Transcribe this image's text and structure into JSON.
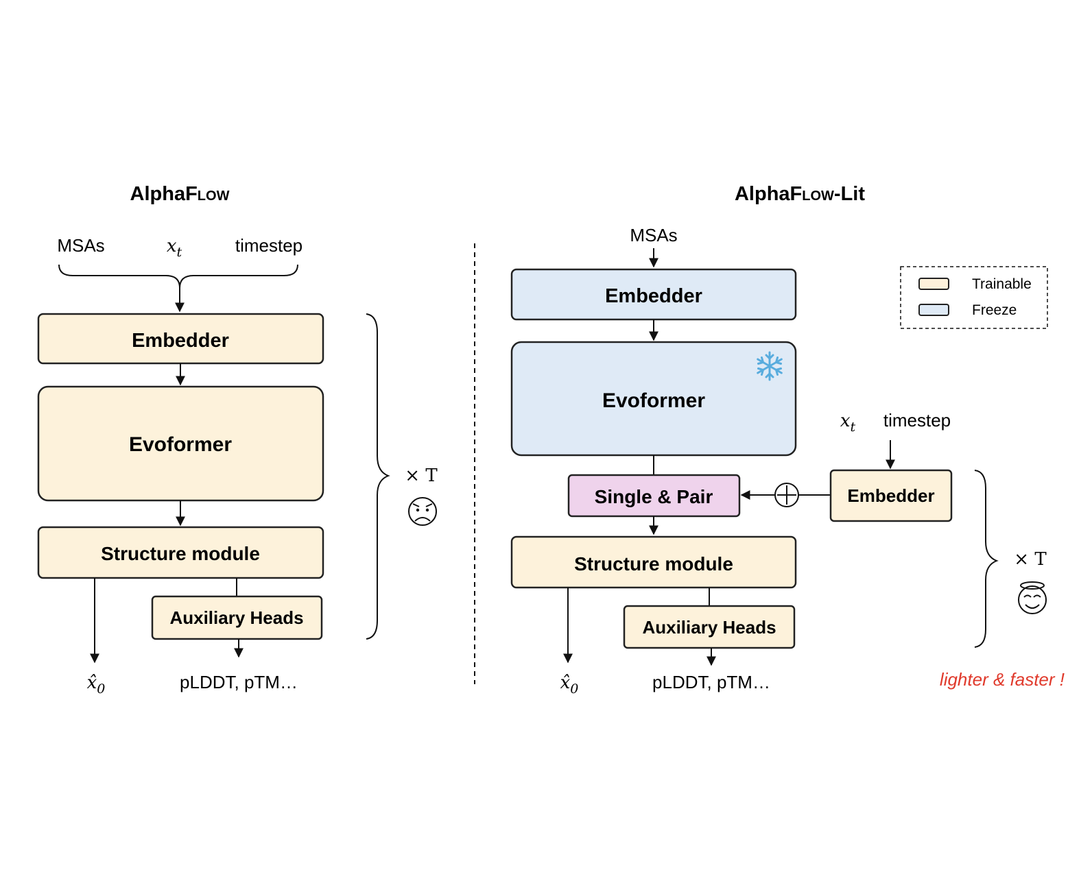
{
  "colors": {
    "trainable": "#FDF2DB",
    "freeze": "#DFEAF6",
    "fused": "#EFD3EC",
    "accent_red": "#E0392B",
    "snowflake": "#58ACDE"
  },
  "left": {
    "title_prefix": "Alpha",
    "title_smallcaps": "Flow",
    "inputs": {
      "msas": "MSAs",
      "xt_base": "x",
      "xt_sub": "t",
      "timestep": "timestep"
    },
    "embedder": "Embedder",
    "evoformer": "Evoformer",
    "structure": "Structure module",
    "aux": "Auxiliary Heads",
    "out_x0_base": "x̂",
    "out_x0_sub": "0",
    "out_metrics": "pLDDT, pTM…",
    "repeat": "× T",
    "face": "frowning-face-icon"
  },
  "right": {
    "title_prefix": "Alpha",
    "title_smallcaps": "Flow",
    "title_suffix": "-Lit",
    "msas": "MSAs",
    "embedder_frozen": "Embedder",
    "evoformer": "Evoformer",
    "snowflake": "snowflake-icon",
    "xt_base": "x",
    "xt_sub": "t",
    "timestep": "timestep",
    "embedder_trainable": "Embedder",
    "single_pair": "Single & Pair",
    "plus": "oplus-icon",
    "structure": "Structure module",
    "aux": "Auxiliary Heads",
    "out_x0_base": "x̂",
    "out_x0_sub": "0",
    "out_metrics": "pLDDT, pTM…",
    "repeat": "× T",
    "face": "halo-face-icon",
    "tagline": "lighter & faster !"
  },
  "legend": {
    "trainable": "Trainable",
    "freeze": "Freeze"
  }
}
